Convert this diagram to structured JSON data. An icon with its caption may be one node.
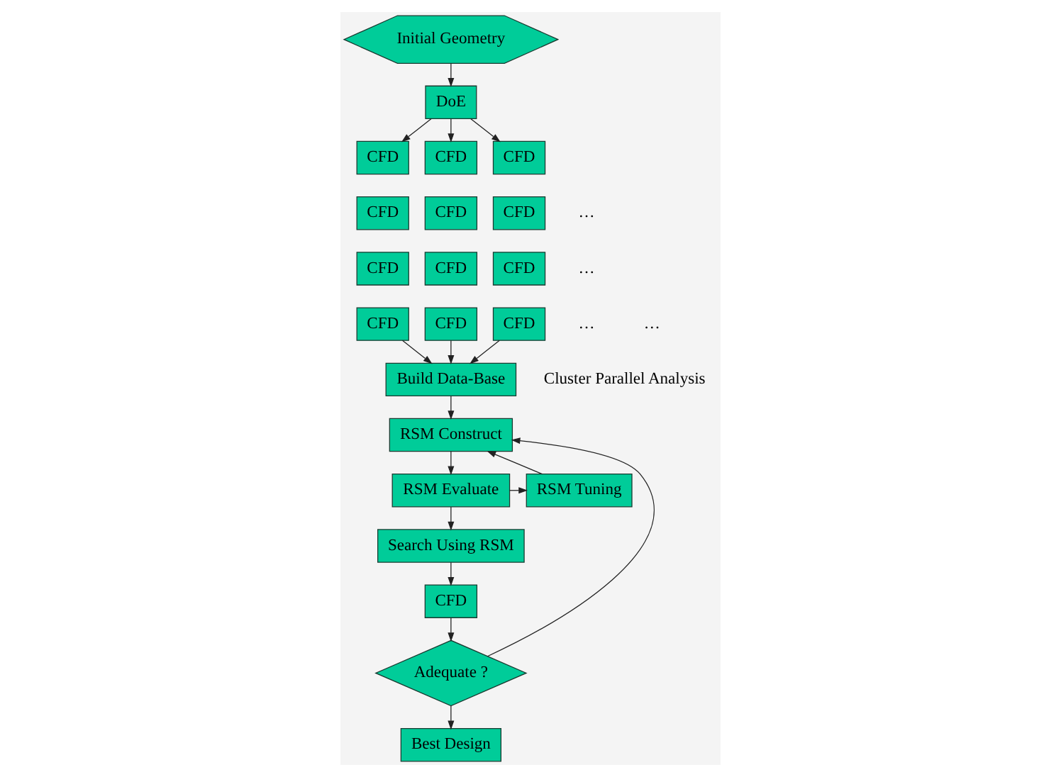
{
  "diagram": {
    "nodes": [
      {
        "text": [
          "Initial Geometry"
        ]
      },
      {
        "text": [
          "DoE"
        ]
      },
      {
        "text": [
          "CFD"
        ]
      },
      {
        "text": [
          "CFD"
        ]
      },
      {
        "text": [
          "CFD"
        ]
      },
      {
        "text": [
          "CFD"
        ]
      },
      {
        "text": [
          "CFD"
        ]
      },
      {
        "text": [
          "CFD"
        ]
      },
      {
        "text": [
          "CFD"
        ]
      },
      {
        "text": [
          "CFD"
        ]
      },
      {
        "text": [
          "CFD"
        ]
      },
      {
        "text": [
          "CFD"
        ]
      },
      {
        "text": [
          "CFD"
        ]
      },
      {
        "text": [
          "CFD"
        ]
      },
      {
        "text": [
          "Build Data-Base"
        ]
      },
      {
        "text": [
          "RSM Construct"
        ]
      },
      {
        "text": [
          "RSM Evaluate"
        ]
      },
      {
        "text": [
          "RSM Tuning"
        ]
      },
      {
        "text": [
          "Search Using RSM"
        ]
      },
      {
        "text": [
          "CFD"
        ]
      },
      {
        "text": [
          "Adequate ?"
        ]
      },
      {
        "text": [
          "Best Design"
        ]
      }
    ],
    "edges": [
      {
        "from": 0,
        "to": 1,
        "arrow": "to"
      },
      {
        "from": 1,
        "to": 2,
        "arrow": "to"
      },
      {
        "from": 1,
        "to": 6,
        "arrow": "to"
      },
      {
        "from": 1,
        "to": 10,
        "arrow": "to"
      },
      {
        "from": 5,
        "to": 14,
        "arrow": "to"
      },
      {
        "from": 9,
        "to": 14,
        "arrow": "to"
      },
      {
        "from": 13,
        "to": 14,
        "arrow": "to"
      },
      {
        "from": 14,
        "to": 15,
        "arrow": "to"
      },
      {
        "from": 15,
        "to": 16,
        "arrow": "to"
      },
      {
        "from": 16,
        "to": 17,
        "arrow": "to"
      },
      {
        "from": 17,
        "to": 15,
        "arrow": "to"
      },
      {
        "from": 16,
        "to": 18,
        "arrow": "to"
      },
      {
        "from": 18,
        "to": 19,
        "arrow": "to"
      },
      {
        "from": 19,
        "to": 20,
        "arrow": "to"
      },
      {
        "from": 20,
        "to": 15,
        "arrow": "to"
      },
      {
        "from": 20,
        "to": 21,
        "arrow": "to"
      }
    ],
    "labels": [
      "…",
      "…",
      "…",
      "…",
      "Cluster Parallel Analysis"
    ]
  }
}
